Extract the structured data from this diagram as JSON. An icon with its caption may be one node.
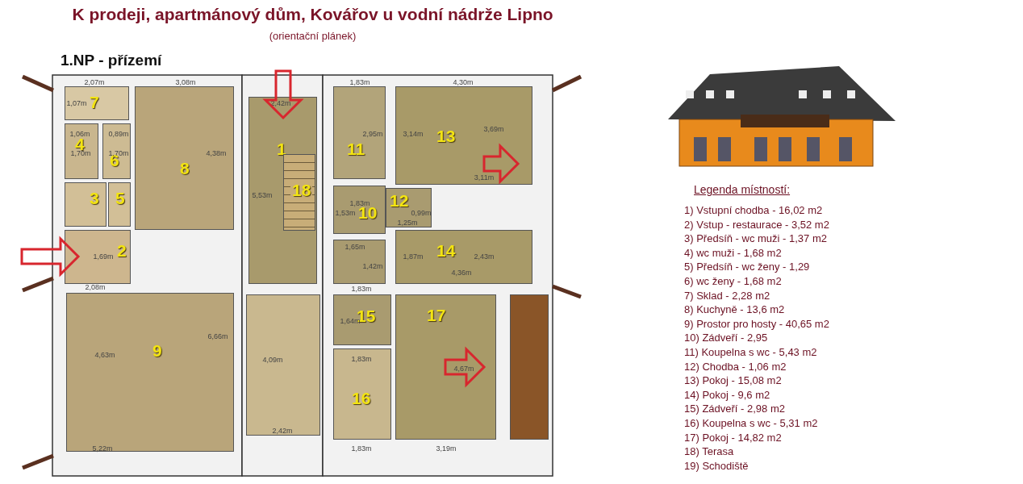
{
  "diagram": {
    "title": "K prodeji, apartmánový dům, Kovářov u vodní nádrže Lipno",
    "nodes": [
      {
        "text": [
          "7"
        ]
      },
      {
        "text": [
          "8"
        ]
      },
      {
        "text": [
          "4"
        ]
      },
      {
        "text": [
          "6"
        ]
      },
      {
        "text": [
          "3"
        ]
      },
      {
        "text": [
          "5"
        ]
      },
      {
        "text": [
          "2"
        ]
      },
      {
        "text": [
          "9"
        ]
      },
      {
        "text": [
          "1"
        ]
      },
      {
        "text": [
          "18"
        ],
        "in": 8
      },
      {
        "text": [],
        "shape": "box"
      },
      {
        "text": [
          "11"
        ]
      },
      {
        "text": [
          "10"
        ]
      },
      {
        "text": [
          "12"
        ]
      },
      {
        "text": [],
        "shape": "box"
      },
      {
        "text": [
          "15"
        ]
      },
      {
        "text": [
          "16"
        ]
      },
      {
        "text": [
          "13"
        ]
      },
      {
        "text": [
          "14"
        ]
      },
      {
        "text": [
          "17"
        ]
      },
      {
        "text": [],
        "shape": "box"
      }
    ],
    "edges": [],
    "labels": [
      "(orientační plánek)",
      "1.NP - přízemí",
      "2,07m",
      "3,08m",
      "1,83m",
      "4,30m",
      "1,07m",
      "2,42m",
      "1,06m",
      "0,89m",
      "2,95m",
      "3,14m",
      "3,69m",
      "1,70m",
      "1,70m",
      "4,38m",
      "3,11m",
      "5,53m",
      "1,83m",
      "1,53m",
      "0,99m",
      "1,25m",
      "1,65m",
      "1,69m",
      "1,87m",
      "2,43m",
      "1,42m",
      "4,36m",
      "2,08m",
      "1,83m",
      "1,64m",
      "6,66m",
      "4,09m",
      "4,63m",
      "1,83m",
      "4,67m",
      "2,42m",
      "5,22m",
      "1,83m",
      "3,19m",
      "Legenda místností:",
      "1) Vstupní chodba - 16,02 m2",
      "2) Vstup - restaurace - 3,52 m2",
      "3) Předsíň - wc muži - 1,37 m2",
      "4) wc muži - 1,68 m2",
      "5) Předsíň - wc ženy - 1,29",
      "6) wc ženy - 1,68 m2",
      "7) Sklad - 2,28 m2",
      "8) Kuchyně - 13,6 m2",
      "9) Prostor pro hosty - 40,65 m2",
      "10) Zádveří - 2,95",
      "11) Koupelna s wc - 5,43 m2",
      "12) Chodba - 1,06 m2",
      "13) Pokoj - 15,08 m2",
      "14) Pokoj - 9,6 m2",
      "15) Zádveří - 2,98 m2",
      "16) Koupelna s wc - 5,31 m2",
      "17) Pokoj - 14,82 m2",
      "18) Terasa",
      "19) Schodiště"
    ]
  }
}
